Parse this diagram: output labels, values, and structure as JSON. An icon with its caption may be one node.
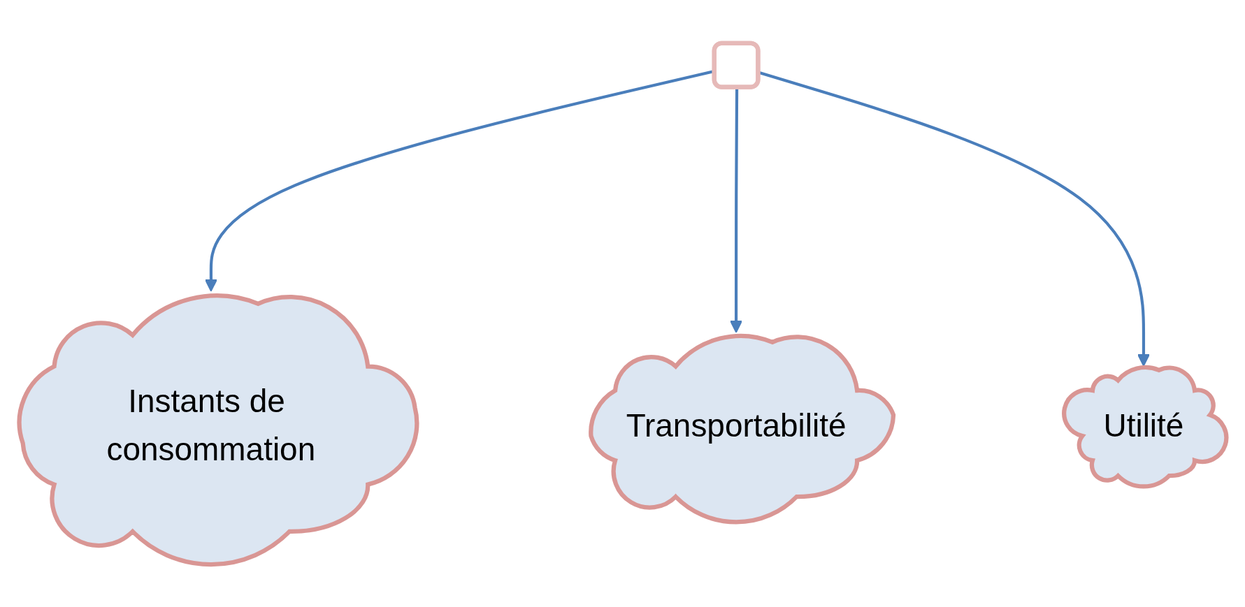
{
  "diagram": {
    "nodes": [
      {
        "text": [],
        "shape": "box"
      },
      {
        "text": [
          "Instants de consommation"
        ]
      },
      {
        "text": [
          "Transportabilité"
        ]
      },
      {
        "text": [
          "Utilité"
        ]
      }
    ],
    "edges": [
      {
        "from": 0,
        "to": 1,
        "arrow": "to"
      },
      {
        "from": 0,
        "to": 2,
        "arrow": "to"
      },
      {
        "from": 0,
        "to": 3,
        "arrow": "to"
      }
    ]
  }
}
